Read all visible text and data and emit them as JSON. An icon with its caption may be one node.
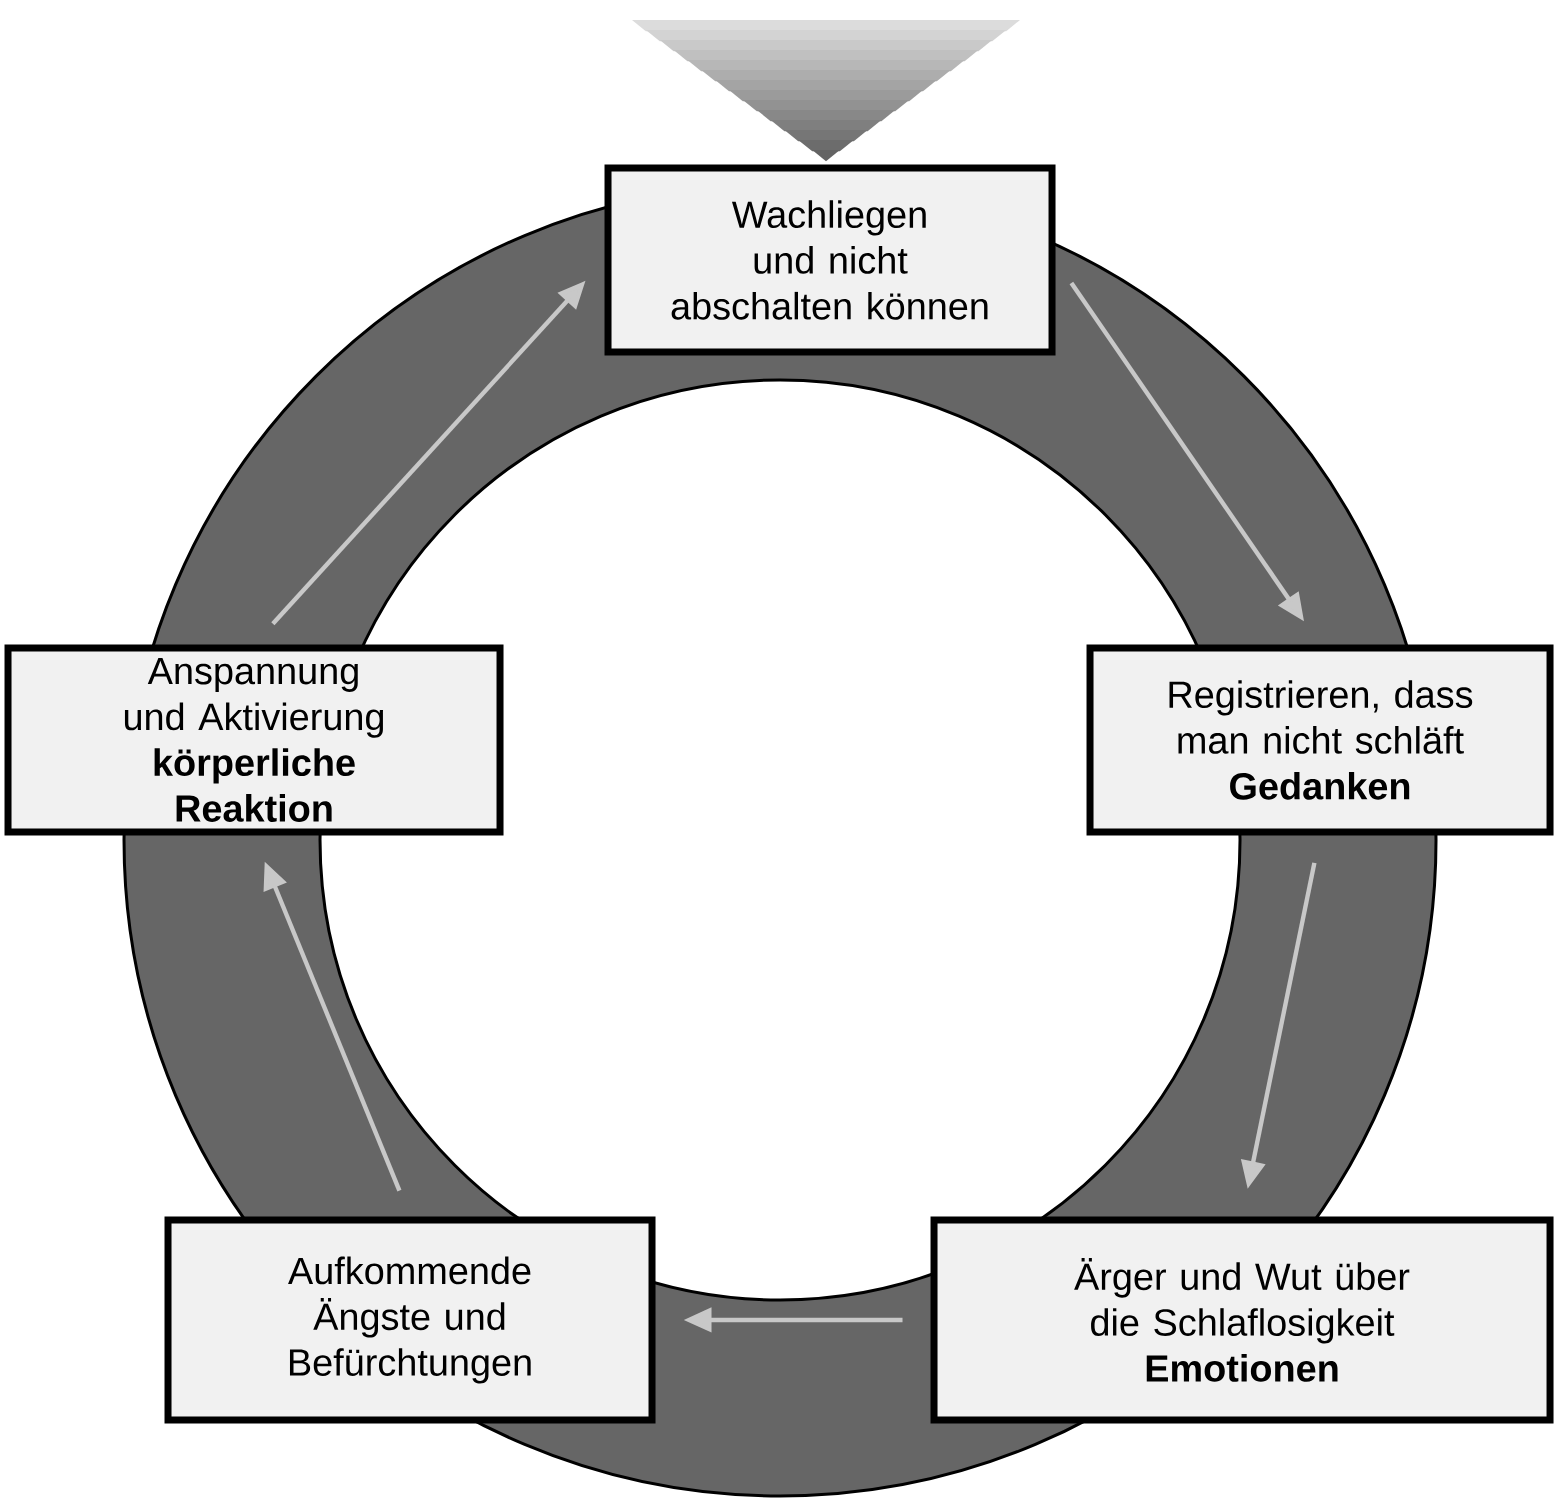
{
  "diagram": {
    "nodes": [
      {
        "text": [
          "Wachliegen und nicht abschalten können"
        ]
      },
      {
        "text": [
          "Registrieren, dass man nicht schläft",
          "Gedanken"
        ]
      },
      {
        "text": [
          "Ärger und Wut über die Schlaflosigkeit",
          "Emotionen"
        ]
      },
      {
        "text": [
          "Aufkommende Ängste und Befürchtungen"
        ]
      },
      {
        "text": [
          "Anspannung und Aktivierung",
          "körperliche Reaktion"
        ]
      }
    ],
    "edges": [
      {
        "from": 0,
        "to": 1,
        "arrow": "to"
      },
      {
        "from": 1,
        "to": 2,
        "arrow": "to"
      },
      {
        "from": 2,
        "to": 3,
        "arrow": "to"
      },
      {
        "from": 3,
        "to": 4,
        "arrow": "to"
      },
      {
        "from": 4,
        "to": 0,
        "arrow": "to"
      }
    ]
  }
}
